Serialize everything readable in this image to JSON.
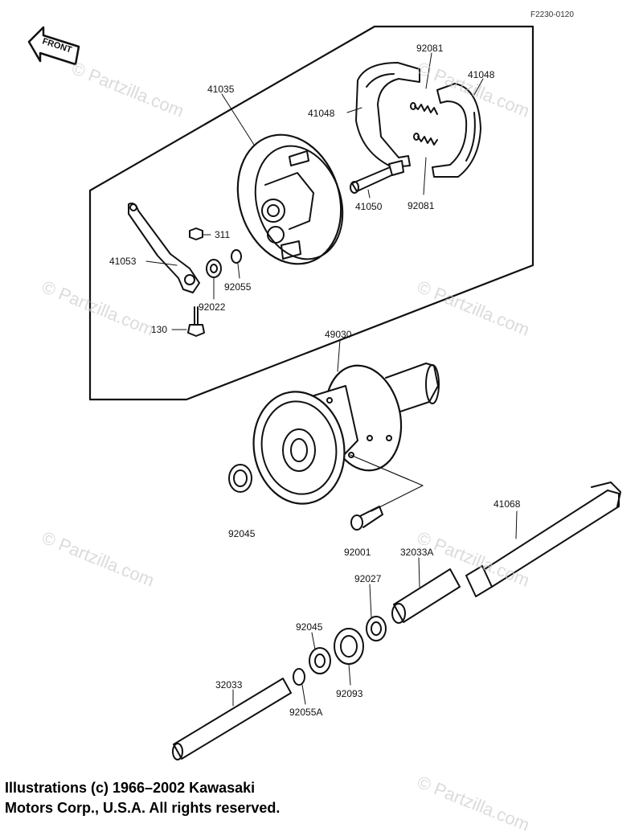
{
  "figure_code": "F2230-0120",
  "front_label": "FRONT",
  "watermark": "© Partzilla.com",
  "copyright": {
    "line1": "Illustrations (c) 1966–2002 Kawasaki",
    "line2": "Motors Corp., U.S.A.  All rights reserved."
  },
  "parts": {
    "p41035": "41035",
    "p92081a": "92081",
    "p41048a": "41048",
    "p41048b": "41048",
    "p41050": "41050",
    "p92081b": "92081",
    "p311": "311",
    "p41053": "41053",
    "p92055": "92055",
    "p92022": "92022",
    "p130": "130",
    "p49030": "49030",
    "p92045a": "92045",
    "p92001": "92001",
    "p41068": "41068",
    "p32033A": "32033A",
    "p92027": "92027",
    "p92045b": "92045",
    "p92093": "92093",
    "p32033": "32033",
    "p92055A": "92055A"
  }
}
